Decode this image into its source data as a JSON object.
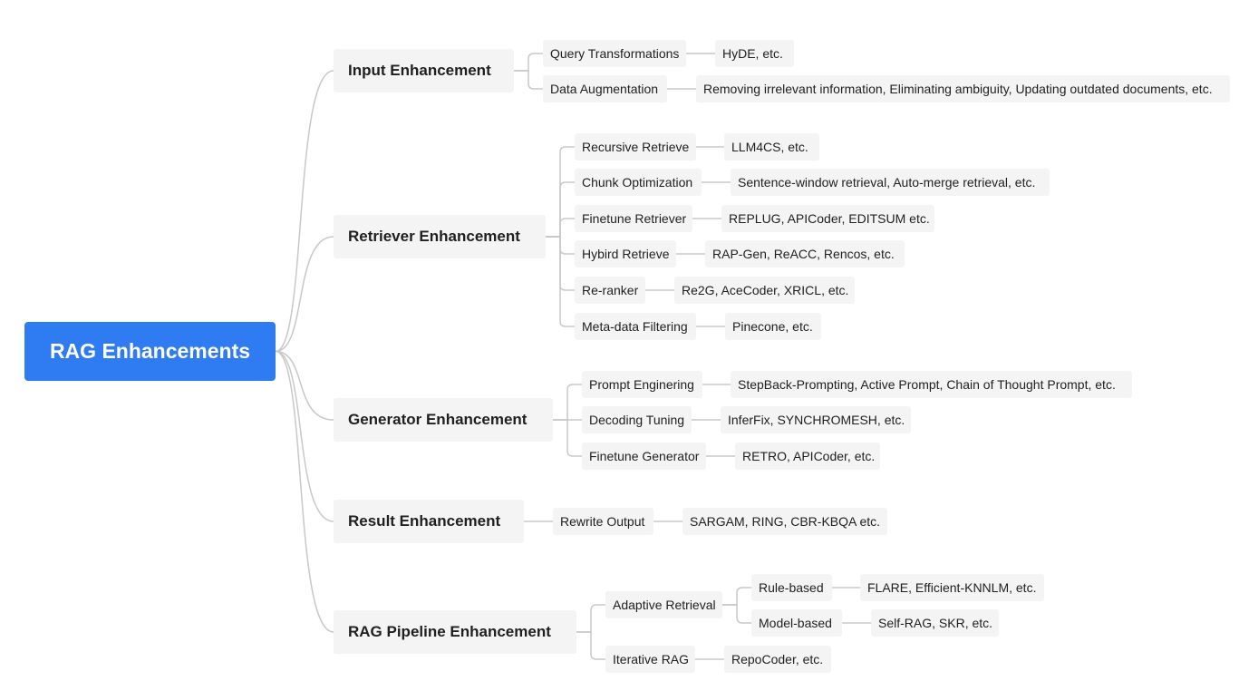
{
  "root": "RAG Enhancements",
  "input": {
    "title": "Input Enhancement",
    "query_transformations": "Query Transformations",
    "query_transformations_examples": "HyDE,  etc.",
    "data_augmentation": "Data Augmentation",
    "data_augmentation_examples": "Removing irrelevant information, Eliminating ambiguity, Updating outdated documents,  etc."
  },
  "retriever": {
    "title": "Retriever Enhancement",
    "recursive_retrieve": "Recursive Retrieve",
    "recursive_retrieve_examples": "LLM4CS,  etc.",
    "chunk_optimization": "Chunk Optimization",
    "chunk_optimization_examples": "Sentence-window retrieval, Auto-merge retrieval,  etc.",
    "finetune_retriever": "Finetune Retriever",
    "finetune_retriever_examples": "REPLUG, APICoder, EDITSUM etc.",
    "hybird_retrieve": "Hybird Retrieve",
    "hybird_retrieve_examples": "RAP-Gen, ReACC,  Rencos, etc.",
    "re_ranker": "Re-ranker",
    "re_ranker_examples": "Re2G, AceCoder, XRICL, etc.",
    "metadata_filtering": "Meta-data Filtering",
    "metadata_filtering_examples": "Pinecone, etc."
  },
  "generator": {
    "title": "Generator Enhancement",
    "prompt_enginering": "Prompt Enginering",
    "prompt_enginering_examples": "StepBack-Prompting, Active Prompt, Chain of Thought Prompt, etc.",
    "decoding_tuning": "Decoding Tuning",
    "decoding_tuning_examples": "InferFix, SYNCHROMESH, etc.",
    "finetune_generator": "Finetune Generator",
    "finetune_generator_examples": "RETRO, APICoder, etc."
  },
  "result": {
    "title": "Result Enhancement",
    "rewrite_output": "Rewrite Output",
    "rewrite_output_examples": "SARGAM, RING, CBR-KBQA etc."
  },
  "pipeline": {
    "title": "RAG Pipeline Enhancement",
    "adaptive_retrieval": "Adaptive Retrieval",
    "rule_based": "Rule-based",
    "rule_based_examples": "FLARE, Efficient-KNNLM, etc.",
    "model_based": "Model-based",
    "model_based_examples": "Self-RAG, SKR, etc.",
    "iterative_rag": "Iterative RAG",
    "iterative_rag_examples": "RepoCoder, etc."
  },
  "colors": {
    "root_fill": "#2f7bf2",
    "node_fill": "#f4f4f5",
    "connector": "#c8c8c8"
  }
}
